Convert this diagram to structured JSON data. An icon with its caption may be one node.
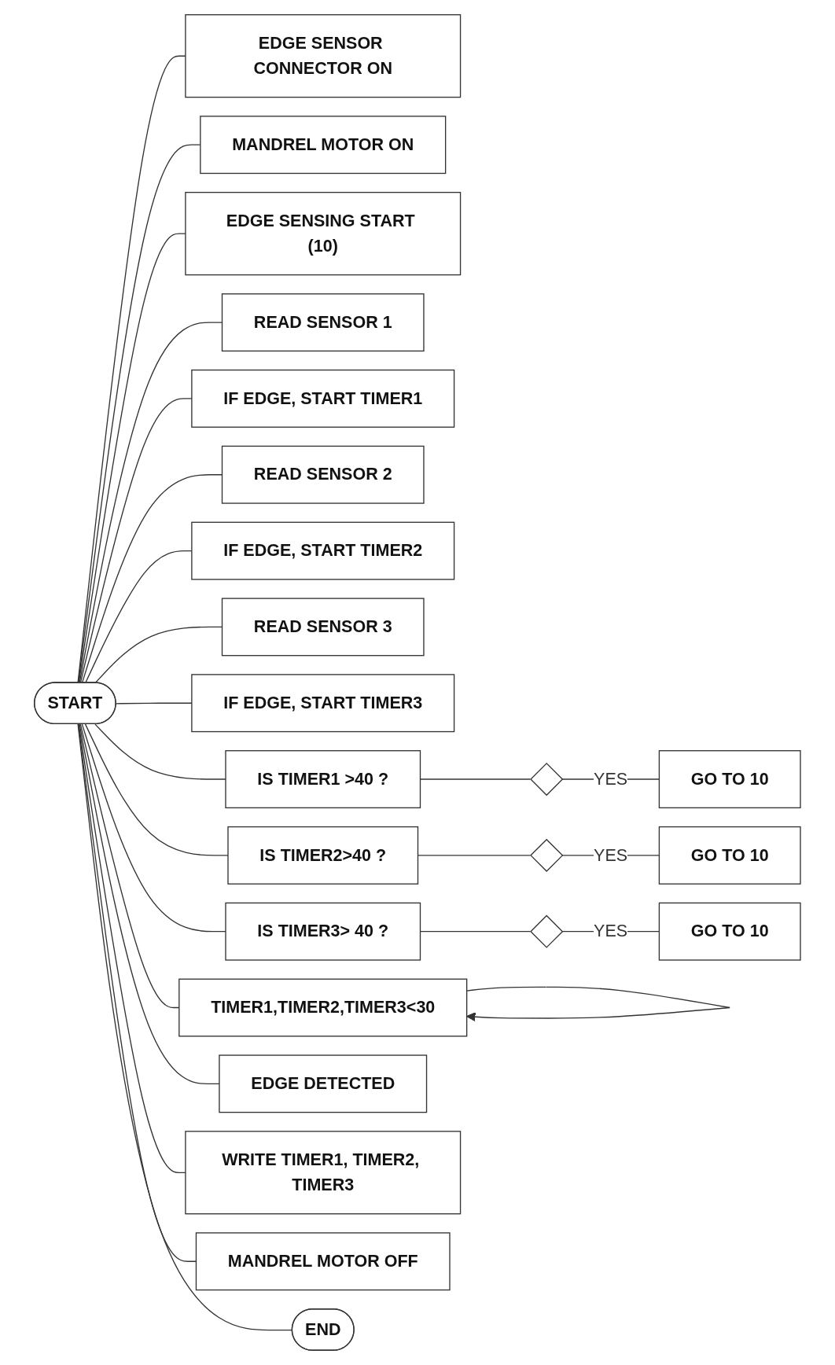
{
  "diagram": {
    "nodes": [
      {
        "text": [
          "START"
        ]
      },
      {
        "text": [
          "EDGE SENSOR CONNECTOR ON"
        ]
      },
      {
        "text": [
          "MANDREL MOTOR ON"
        ]
      },
      {
        "text": [
          "EDGE SENSING START (10)"
        ]
      },
      {
        "text": [
          "READ SENSOR 1"
        ]
      },
      {
        "text": [
          "IF EDGE, START TIMER1"
        ]
      },
      {
        "text": [
          "READ SENSOR 2"
        ]
      },
      {
        "text": [
          "IF EDGE, START TIMER2"
        ]
      },
      {
        "text": [
          "READ SENSOR 3"
        ]
      },
      {
        "text": [
          "IF EDGE, START TIMER3"
        ]
      },
      {
        "text": [
          "IS TIMER1 >40 ?"
        ]
      },
      {
        "text": [],
        "shape": "diamond"
      },
      {
        "text": [
          "GO TO 10"
        ]
      },
      {
        "text": [
          "IS TIMER2>40 ?"
        ]
      },
      {
        "text": [],
        "shape": "diamond"
      },
      {
        "text": [
          "GO TO 10"
        ]
      },
      {
        "text": [
          "IS TIMER3> 40 ?"
        ]
      },
      {
        "text": [],
        "shape": "diamond"
      },
      {
        "text": [
          "GO TO 10"
        ]
      },
      {
        "text": [
          "TIMER1,TIMER2,TIMER3<30"
        ]
      },
      {
        "text": [
          "EDGE DETECTED"
        ]
      },
      {
        "text": [
          "WRITE TIMER1, TIMER2, TIMER3"
        ]
      },
      {
        "text": [
          "MANDREL MOTOR OFF"
        ]
      },
      {
        "text": [
          "END"
        ]
      }
    ],
    "edges": [
      {
        "from": 0,
        "to": 1,
        "arrow": "none"
      },
      {
        "from": 0,
        "to": 2,
        "arrow": "none"
      },
      {
        "from": 0,
        "to": 3,
        "arrow": "none"
      },
      {
        "from": 0,
        "to": 4,
        "arrow": "none"
      },
      {
        "from": 0,
        "to": 5,
        "arrow": "none"
      },
      {
        "from": 0,
        "to": 6,
        "arrow": "none"
      },
      {
        "from": 0,
        "to": 7,
        "arrow": "none"
      },
      {
        "from": 0,
        "to": 8,
        "arrow": "none"
      },
      {
        "from": 0,
        "to": 9,
        "arrow": "none"
      },
      {
        "from": 0,
        "to": 10,
        "arrow": "none"
      },
      {
        "from": 10,
        "to": 11,
        "arrow": "none"
      },
      {
        "from": 11,
        "to": 12,
        "arrow": "none",
        "label": "YES"
      },
      {
        "from": 0,
        "to": 13,
        "arrow": "none"
      },
      {
        "from": 13,
        "to": 14,
        "arrow": "none"
      },
      {
        "from": 14,
        "to": 15,
        "arrow": "none",
        "label": "YES"
      },
      {
        "from": 0,
        "to": 16,
        "arrow": "none"
      },
      {
        "from": 16,
        "to": 17,
        "arrow": "none"
      },
      {
        "from": 17,
        "to": 18,
        "arrow": "none",
        "label": "YES"
      },
      {
        "from": 0,
        "to": 19,
        "arrow": "none"
      },
      {
        "from": 19,
        "to": 19,
        "arrow": "to"
      },
      {
        "from": 0,
        "to": 20,
        "arrow": "none"
      },
      {
        "from": 0,
        "to": 21,
        "arrow": "none"
      },
      {
        "from": 0,
        "to": 22,
        "arrow": "none"
      },
      {
        "from": 0,
        "to": 23,
        "arrow": "none"
      }
    ]
  }
}
